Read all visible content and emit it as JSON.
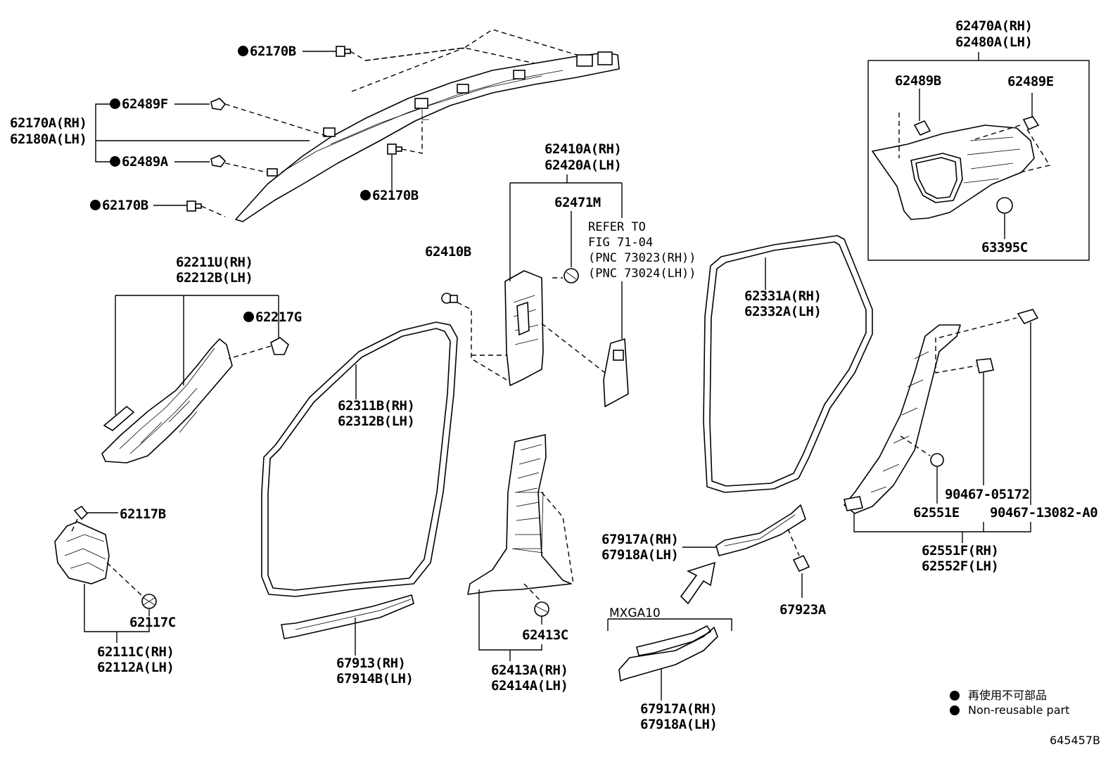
{
  "labels": {
    "p62170B_1": "62170B",
    "p62489F": "62489F",
    "p62170A_rh": "62170A(RH)",
    "p62180A_lh": "62180A(LH)",
    "p62489A": "62489A",
    "p62170B_2": "62170B",
    "p62170B_3": "62170B",
    "p62410A_rh": "62410A(RH)",
    "p62420A_lh": "62420A(LH)",
    "p62471M": "62471M",
    "refer_1": "REFER TO",
    "refer_2": "FIG 71-04",
    "refer_3": "(PNC 73023(RH))",
    "refer_4": "(PNC 73024(LH))",
    "p62410B": "62410B",
    "p62470A_rh": "62470A(RH)",
    "p62480A_lh": "62480A(LH)",
    "p62489B": "62489B",
    "p62489E": "62489E",
    "p63395C": "63395C",
    "p62211U_rh": "62211U(RH)",
    "p62212B_lh": "62212B(LH)",
    "p62217G": "62217G",
    "p62311B_rh": "62311B(RH)",
    "p62312B_lh": "62312B(LH)",
    "p62331A_rh": "62331A(RH)",
    "p62332A_lh": "62332A(LH)",
    "p62117B": "62117B",
    "p62117C": "62117C",
    "p62111C_rh": "62111C(RH)",
    "p62112A_lh": "62112A(LH)",
    "p67913_rh": "67913(RH)",
    "p67914B_lh": "67914B(LH)",
    "p62413C": "62413C",
    "p62413A_rh": "62413A(RH)",
    "p62414A_lh": "62414A(LH)",
    "p67917A_rh_1": "67917A(RH)",
    "p67918A_lh_1": "67918A(LH)",
    "p67923A": "67923A",
    "mxga10": "MXGA10",
    "p67917A_rh_2": "67917A(RH)",
    "p67918A_lh_2": "67918A(LH)",
    "p90467_05172": "90467-05172",
    "p62551E": "62551E",
    "p90467_13082": "90467-13082-A0",
    "p62551F_rh": "62551F(RH)",
    "p62552F_lh": "62552F(LH)"
  },
  "legend": {
    "jp": "再使用不可部品",
    "en": "Non-reusable part"
  },
  "diagram_code": "645457B"
}
